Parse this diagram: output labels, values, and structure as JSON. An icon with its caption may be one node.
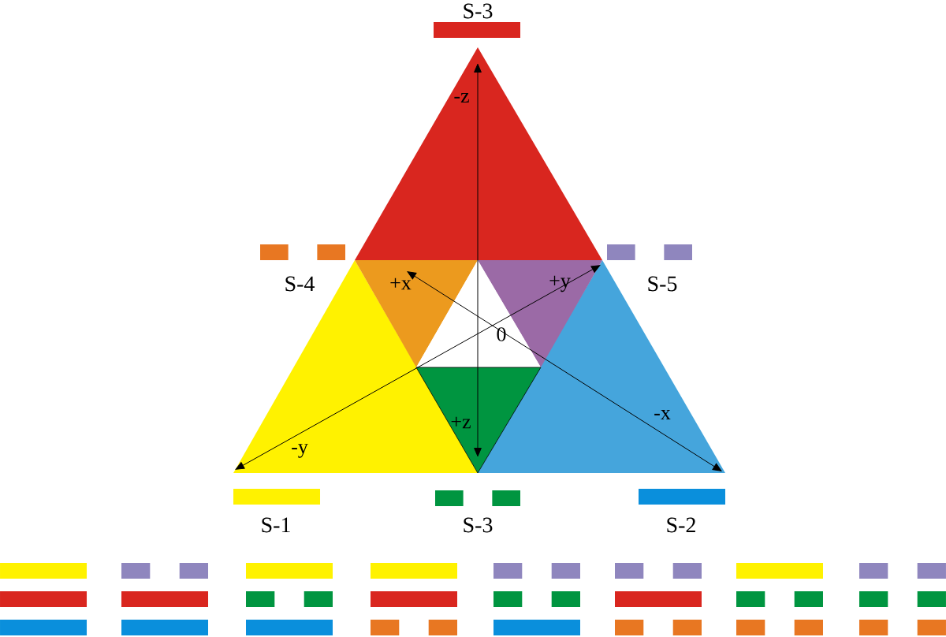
{
  "diagram": {
    "labels": [
      "S-3",
      "-z",
      "S-4",
      "+x",
      "+y",
      "S-5",
      "0",
      "+z",
      "-y",
      "-x",
      "S-1",
      "S-3",
      "S-2"
    ]
  }
}
